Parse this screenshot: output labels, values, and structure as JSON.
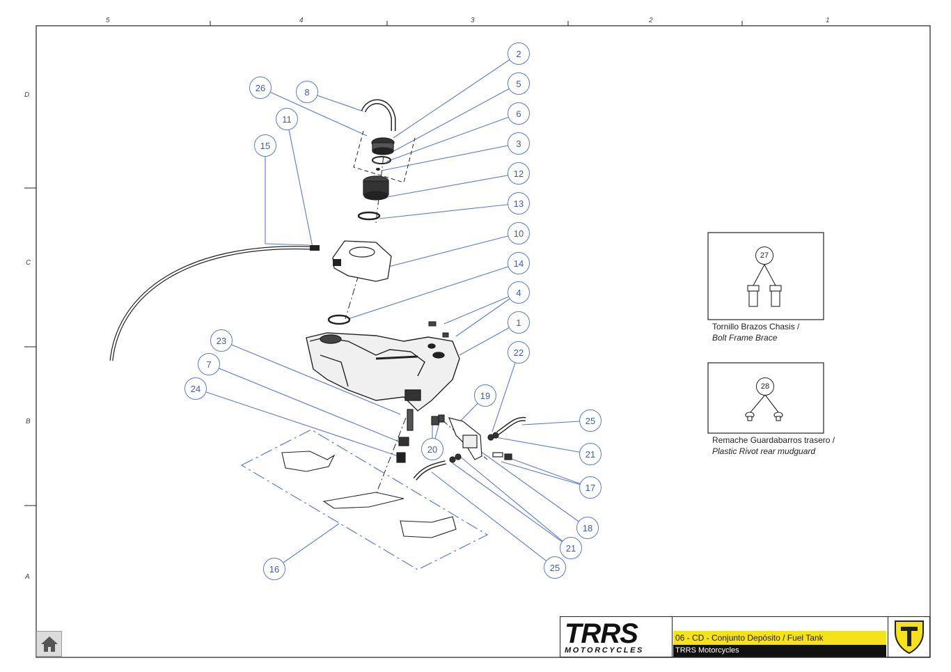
{
  "sheet": {
    "zones_top": [
      "5",
      "4",
      "3",
      "2",
      "1"
    ],
    "zones_left": [
      "D",
      "C",
      "B",
      "A"
    ]
  },
  "balloons": [
    "2",
    "5",
    "6",
    "3",
    "12",
    "13",
    "10",
    "14",
    "4",
    "1",
    "22",
    "25",
    "21",
    "17",
    "18",
    "21",
    "25",
    "26",
    "8",
    "11",
    "15",
    "23",
    "7",
    "24",
    "19",
    "20",
    "16"
  ],
  "insets": [
    {
      "balloon": "27",
      "caption_es": "Tornillo Brazos Chasis /",
      "caption_en": "Bolt Frame Brace"
    },
    {
      "balloon": "28",
      "caption_es": "Remache Guardabarros trasero /",
      "caption_en": "Plastic Rivot rear mudguard"
    }
  ],
  "title_block": {
    "logo_text": "TRRS",
    "logo_subtext": "MOTORCYCLES",
    "title": "06 - CD - Conjunto Depósito / Fuel Tank",
    "company": "TRRS Motorcycles",
    "brand_mark_icon": "trrs-shield-icon",
    "colors": {
      "title_bar": "#f5e21a",
      "company_bar": "#111111",
      "balloon": "#5b7bc4"
    }
  },
  "navigation": {
    "home_icon": "home-icon"
  }
}
